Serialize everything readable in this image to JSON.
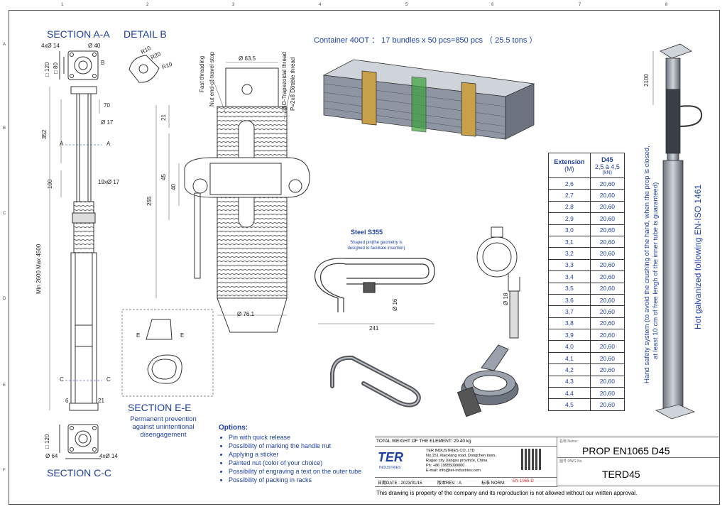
{
  "grid": {
    "columns": [
      "1",
      "2",
      "3",
      "4",
      "5",
      "6",
      "7",
      "8"
    ],
    "rows": [
      "A",
      "B",
      "C",
      "D",
      "E",
      "F"
    ]
  },
  "section_aa": {
    "title": "SECTION A-A",
    "holes": "4xØ 14",
    "circle": "Ø 40",
    "square_120": "□ 120",
    "square_80": "□ 80",
    "label_b": "B"
  },
  "detail_b": {
    "title": "DETAIL B",
    "r10a": "R10",
    "r20": "R20",
    "r10b": "R10"
  },
  "prop_drawing": {
    "dim_70": "70",
    "dim_17": "Ø 17",
    "dim_352": "352",
    "label_a": "A",
    "dim_100": "100",
    "holes_19": "19xØ 17",
    "length": "Min 2600 Max 4500",
    "label_c": "C",
    "dim_6": "6",
    "dim_21": "21"
  },
  "section_cc": {
    "title": "SECTION C-C",
    "square_120": "□ 120",
    "diam_64": "Ø 64",
    "holes": "4xØ 14"
  },
  "thread_detail": {
    "fast_threading": "Fast threading",
    "nut_stop": "Nut end-of-travel stop",
    "iso_thread": "ISO-Trapezoidal thread",
    "pitch": "P=2x8 Double thread",
    "diam_63": "Ø 63.5",
    "dim_21": "21",
    "dim_45": "45",
    "dim_40": "40",
    "dim_255": "255",
    "diam_76": "Ø 76.1"
  },
  "section_ee": {
    "title": "SECTION E-E",
    "label_e": "E",
    "desc_line1": "Permanent prevention",
    "desc_line2": "against unintentional",
    "desc_line3": "disengagement"
  },
  "container": {
    "text": "Container 40OT ： 17 bundles x 50 pcs=850 pcs （ 25.5 tons ）"
  },
  "pin": {
    "material": "Steel S355",
    "note_line1": "Shaped pin(the geometry is",
    "note_line2": "designed to facilitate insertion)",
    "diam": "Ø 16",
    "length": "241",
    "diam_18": "Ø 18"
  },
  "extension_table": {
    "head_col1_line1": "Extension",
    "head_col1_line2": "(M)",
    "head_col2_line1": "D45",
    "head_col2_line2": "2,5 à 4,5",
    "head_col2_line3": "(kN)",
    "rows": [
      [
        "2,6",
        "20,60"
      ],
      [
        "2,7",
        "20,60"
      ],
      [
        "2,8",
        "20,60"
      ],
      [
        "2,9",
        "20,60"
      ],
      [
        "3,0",
        "20,60"
      ],
      [
        "3,1",
        "20,60"
      ],
      [
        "3,2",
        "20,60"
      ],
      [
        "3,3",
        "20,60"
      ],
      [
        "3,4",
        "20,60"
      ],
      [
        "3,5",
        "20,60"
      ],
      [
        "3,6",
        "20,60"
      ],
      [
        "3,7",
        "20,60"
      ],
      [
        "3,8",
        "20,60"
      ],
      [
        "3,9",
        "20,60"
      ],
      [
        "4,0",
        "20,60"
      ],
      [
        "4,1",
        "20,60"
      ],
      [
        "4,2",
        "20,60"
      ],
      [
        "4,3",
        "20,60"
      ],
      [
        "4,4",
        "20,60"
      ],
      [
        "4,5",
        "20,60"
      ]
    ]
  },
  "side_notes": {
    "hand_safety_line1": "Hand safety system (to avoid the crushing of the hand, when the prop is closed,",
    "hand_safety_line2": "at least 10 cm of free lengh of the inner tube is guaranteed)",
    "galvanized": "Hot galvanized following EN-ISO 1461",
    "dim_2100": "2100"
  },
  "options": {
    "title": "Options:",
    "items": [
      "Pin with quick release",
      "Possibility of marking the handle nut",
      "Applying a sticker",
      "Painted nut (color of your choice)",
      "Possibility of engraving a text on the outer tube",
      "Possibility of packing in racks"
    ]
  },
  "title_block": {
    "weight": "TOTAL WEIGHT OF THE ELEMENT: 29.40 kg",
    "company": "TER INDUSTRIES CO.,LTD",
    "addr1": "No.151 Xiaoxiang road, Dongchen town,",
    "addr2": "Rugao city Jiangsu province, China",
    "phone": "Ph: +86 19955090000",
    "email": "E-mail: info@ter-industries.com",
    "logo": "TER",
    "logo_sub": "INDUSTRIES",
    "date": "日期DATE : 2023/01/15",
    "rev": "版本REV. : A",
    "norm_label": "标准 NORM:",
    "norm_value": "EN 1065-D",
    "name_label": "名称 Name:",
    "name": "PROP EN1065 D45",
    "drawing_label": "图号 DWG No.",
    "drawing_no": "TERD45",
    "footer": "This drawing is property of the company and its reproduction is not allowed without our written approval."
  }
}
